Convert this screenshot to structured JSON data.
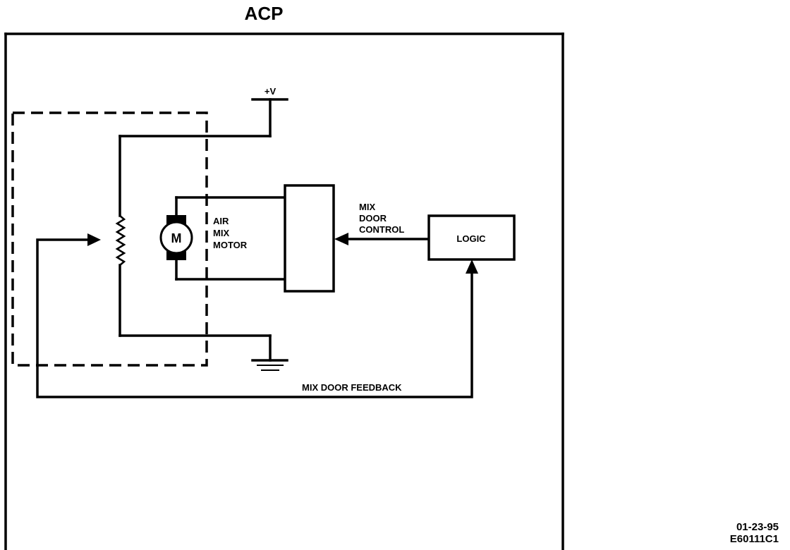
{
  "title": "ACP",
  "labels": {
    "supply": "+V",
    "motor_symbol": "M",
    "motor_name": [
      "AIR",
      "MIX",
      "MOTOR"
    ],
    "control_signal": [
      "MIX",
      "DOOR",
      "CONTROL"
    ],
    "logic_block": "LOGIC",
    "feedback": "MIX DOOR FEEDBACK"
  },
  "footer": {
    "date": "01-23-95",
    "code": "E60111C1"
  }
}
